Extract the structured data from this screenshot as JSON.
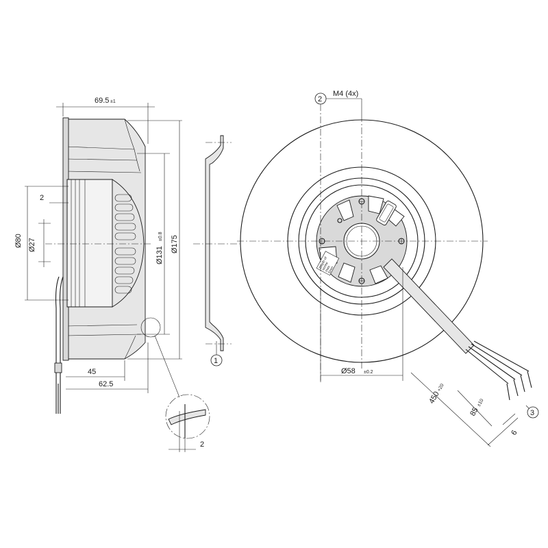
{
  "dimensions": {
    "width_total": "69.5",
    "width_total_tol": "±1",
    "gap": "2",
    "dia_80": "Ø80",
    "dia_27": "Ø27",
    "dia_131": "Ø131",
    "dia_131_tol": "±0.8",
    "dia_175": "Ø175",
    "len_45": "45",
    "len_62": "62.5",
    "detail_gap": "2",
    "screw": "M4 (4x)",
    "dia_58": "Ø58",
    "dia_58_tol": "±0.2",
    "cable_len": "450",
    "cable_len_tol": "+20",
    "strip_len": "85",
    "strip_len_tol": "±10",
    "wire_strip": "6"
  },
  "callouts": {
    "c1": "1",
    "c2": "2",
    "c3": "3"
  },
  "label_text": [
    "Depth of",
    "screw",
    "max.",
    "5mm"
  ]
}
